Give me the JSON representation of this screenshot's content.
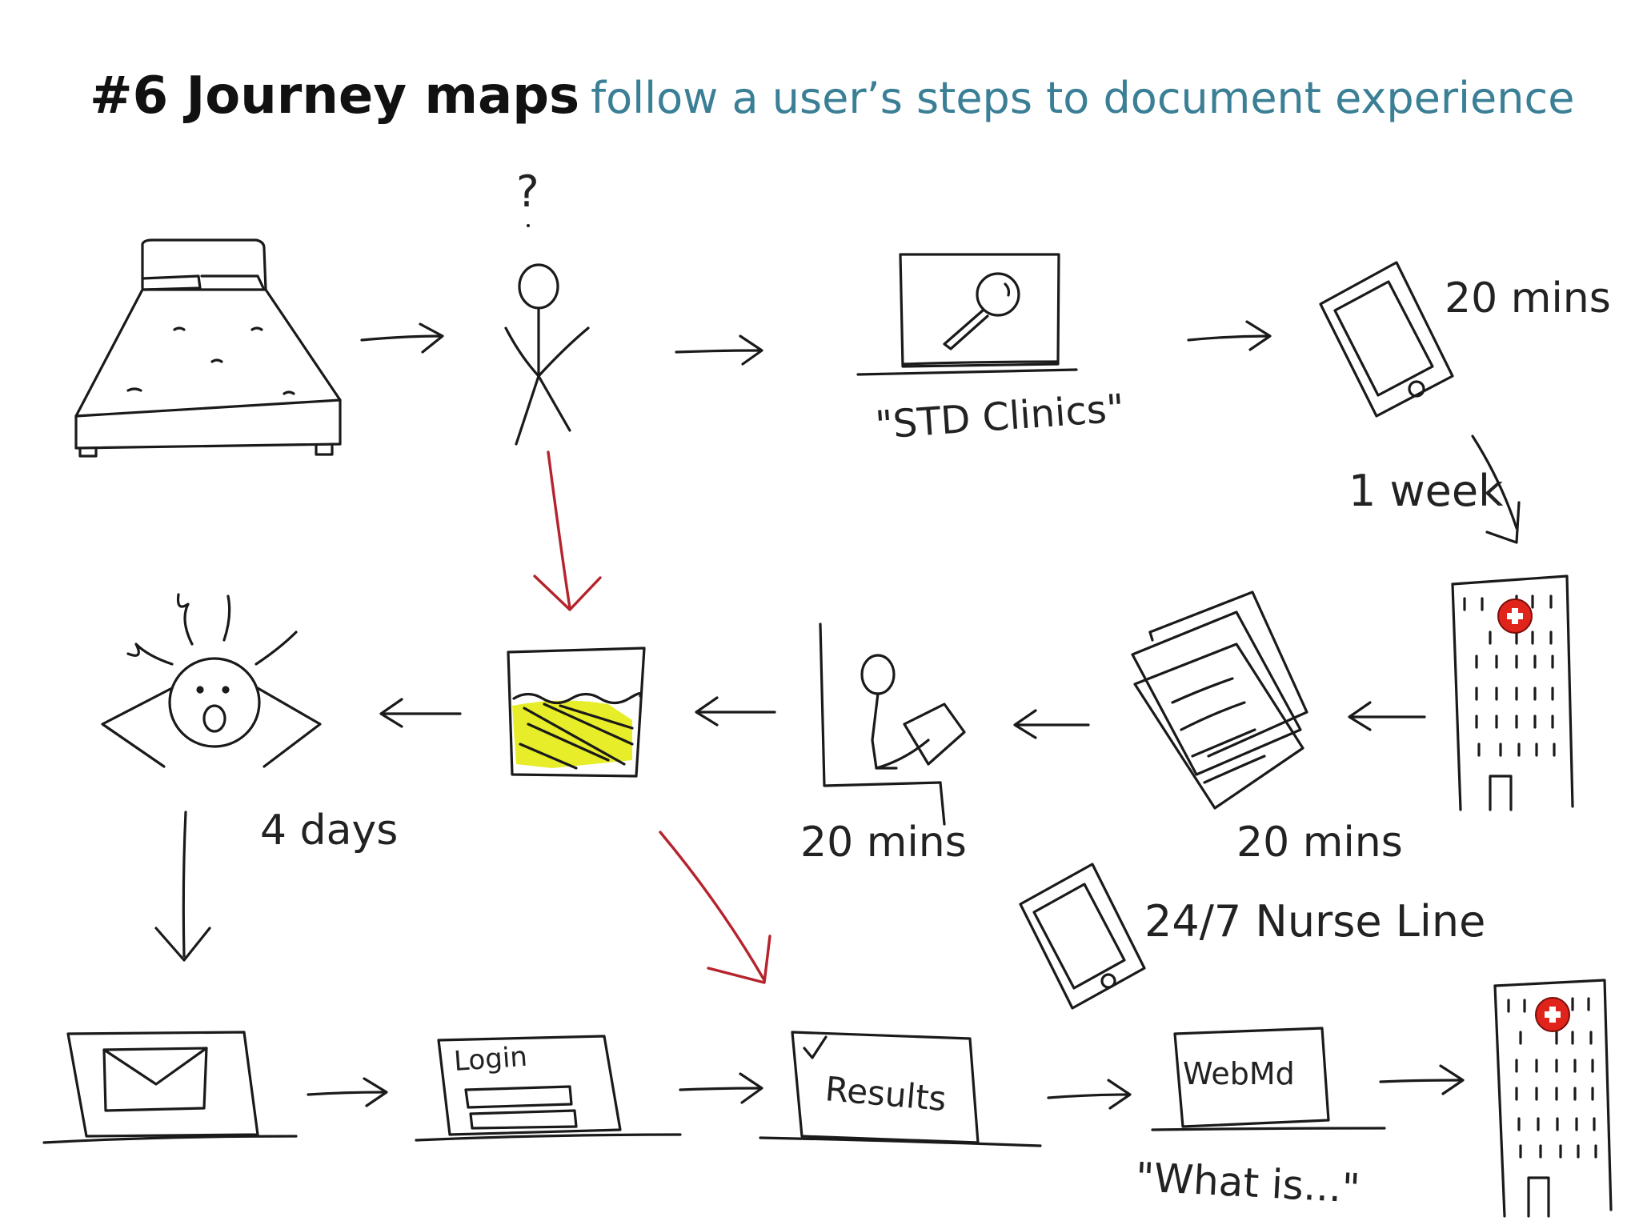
{
  "title": {
    "main": "#6 Journey maps",
    "sub": "follow a user’s steps to document experience"
  },
  "labels": {
    "question": "?",
    "search_query": "\"STD Clinics\"",
    "time_phone_call": "20 mins",
    "wait_one_week": "1 week",
    "time_paperwork": "20 mins",
    "time_sample": "20 mins",
    "wait_four_days": "4 days",
    "nurse_line": "24/7 Nurse Line",
    "login": "Login",
    "results": "Results",
    "webmd": "WebMd",
    "webmd_query": "\"What is...\""
  },
  "colors": {
    "ink": "#1a1a1a",
    "accent_red": "#b5242c",
    "highlight_yellow": "#e6ec1e",
    "title_teal": "#3a7f95",
    "hospital_cross_red": "#e0231b"
  }
}
